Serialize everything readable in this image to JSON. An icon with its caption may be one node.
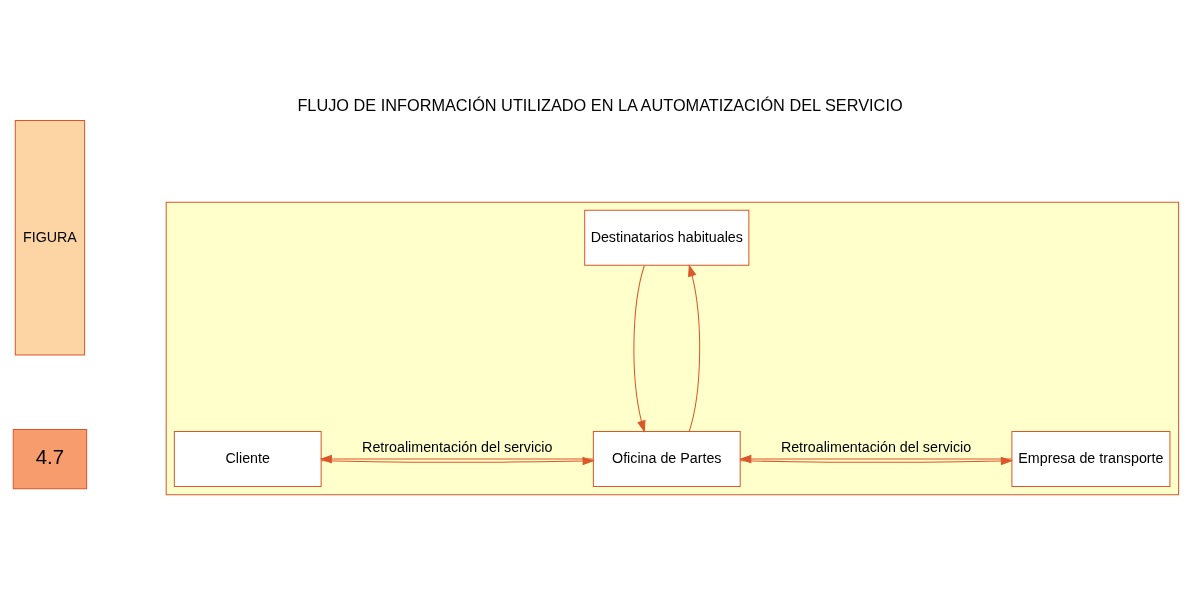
{
  "diagram": {
    "title": "FLUJO DE INFORMACIÓN UTILIZADO EN LA AUTOMATIZACIÓN DEL SERVICIO",
    "nodes": [
      {
        "text": [
          "FIGURA"
        ]
      },
      {
        "text": [
          "4.7"
        ]
      },
      {
        "text": [],
        "shape": "box"
      },
      {
        "text": [
          "Destinatarios habituales"
        ],
        "in": 2
      },
      {
        "text": [
          "Cliente"
        ],
        "in": 2
      },
      {
        "text": [
          "Oficina de Partes"
        ],
        "in": 2
      },
      {
        "text": [
          "Empresa de transporte"
        ],
        "in": 2
      }
    ],
    "edges": [
      {
        "from": 3,
        "to": 5,
        "arrow": "to"
      },
      {
        "from": 5,
        "to": 3,
        "arrow": "to"
      },
      {
        "from": 4,
        "to": 5,
        "arrow": "to"
      },
      {
        "from": 5,
        "to": 6,
        "arrow": "to"
      },
      {
        "from": 5,
        "to": 4,
        "arrow": "to",
        "label": "Retroalimentación del servicio"
      },
      {
        "from": 6,
        "to": 5,
        "arrow": "to",
        "label": "Retroalimentación del servicio"
      }
    ]
  }
}
